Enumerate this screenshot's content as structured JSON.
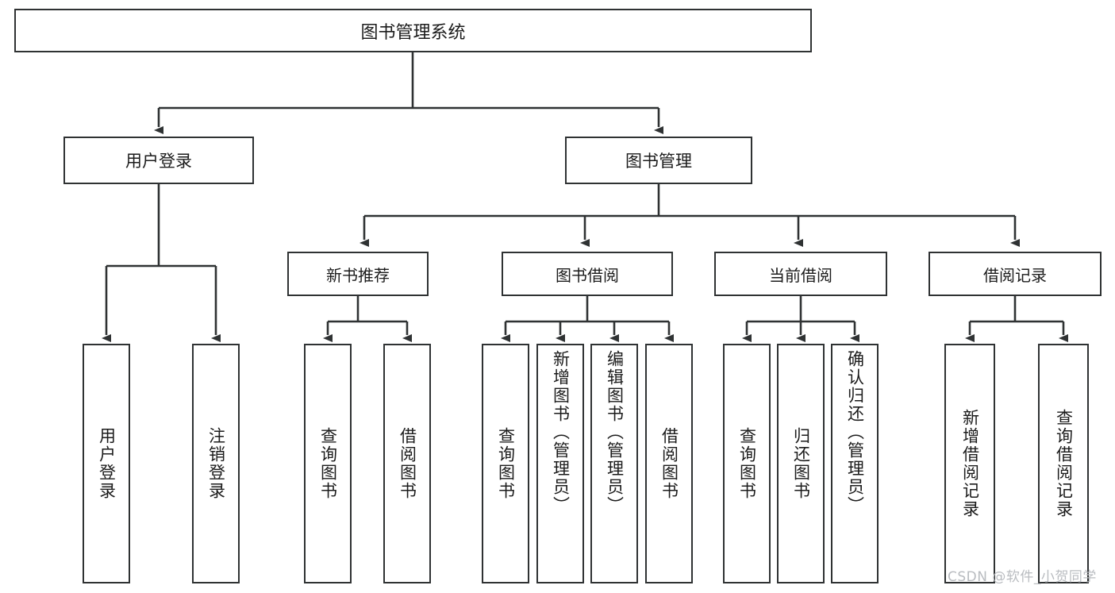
{
  "diagram": {
    "title": "图书管理系统",
    "root": {
      "label": "图书管理系统"
    },
    "level1": [
      {
        "label": "用户登录"
      },
      {
        "label": "图书管理"
      }
    ],
    "level2": [
      {
        "label": "新书推荐"
      },
      {
        "label": "图书借阅"
      },
      {
        "label": "当前借阅"
      },
      {
        "label": "借阅记录"
      }
    ],
    "leaves": {
      "user_login": [
        {
          "label": "用户登录"
        },
        {
          "label": "注销登录"
        }
      ],
      "new_book_recommend": [
        {
          "label": "查询图书"
        },
        {
          "label": "借阅图书"
        }
      ],
      "book_borrow": [
        {
          "label": "查询图书"
        },
        {
          "label": "新增图书（管理员）"
        },
        {
          "label": "编辑图书（管理员）"
        },
        {
          "label": "借阅图书"
        }
      ],
      "current_borrow": [
        {
          "label": "查询图书"
        },
        {
          "label": "归还图书"
        },
        {
          "label": "确认归还（管理员）"
        }
      ],
      "borrow_record": [
        {
          "label": "新增借阅记录"
        },
        {
          "label": "查询借阅记录"
        }
      ]
    },
    "watermark": "CSDN @软件_小贺同学",
    "colors": {
      "stroke": "#2f3233",
      "background": "#ffffff",
      "text": "#1b1b1b",
      "watermark": "#b9bcc0"
    }
  }
}
